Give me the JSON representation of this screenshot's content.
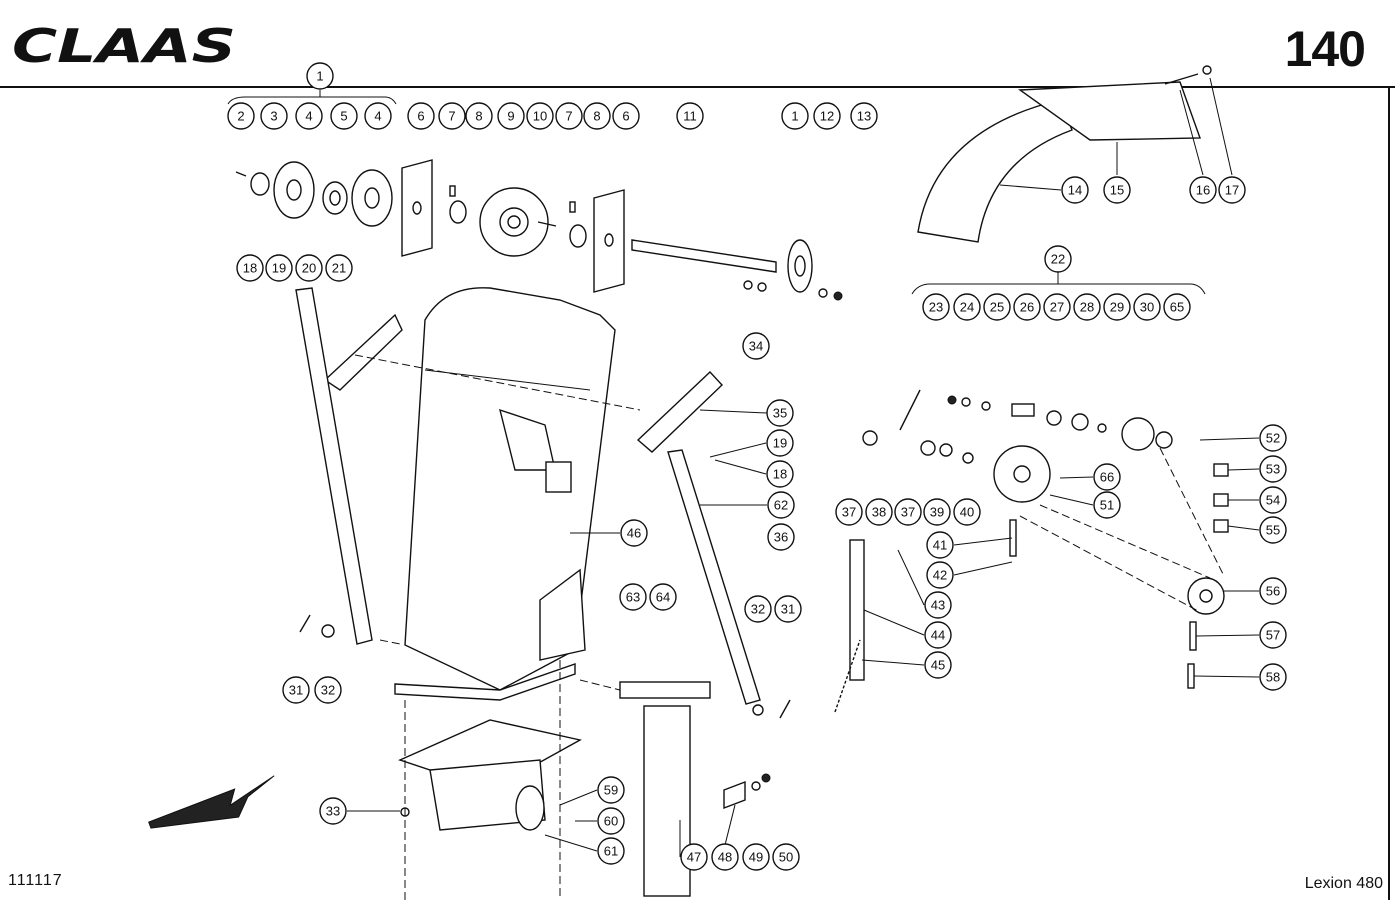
{
  "header": {
    "brand": "CLAAS",
    "page_number": "140"
  },
  "footer": {
    "drawing_code": "111117",
    "model": "Lexion 480"
  },
  "callouts": [
    {
      "label": "1"
    },
    {
      "label": "2"
    },
    {
      "label": "3"
    },
    {
      "label": "4"
    },
    {
      "label": "5"
    },
    {
      "label": "4"
    },
    {
      "label": "6"
    },
    {
      "label": "7"
    },
    {
      "label": "8"
    },
    {
      "label": "9"
    },
    {
      "label": "10"
    },
    {
      "label": "7"
    },
    {
      "label": "8"
    },
    {
      "label": "6"
    },
    {
      "label": "11"
    },
    {
      "label": "1"
    },
    {
      "label": "12"
    },
    {
      "label": "13"
    },
    {
      "label": "34"
    },
    {
      "label": "14"
    },
    {
      "label": "15"
    },
    {
      "label": "16"
    },
    {
      "label": "17"
    },
    {
      "label": "22"
    },
    {
      "label": "23"
    },
    {
      "label": "24"
    },
    {
      "label": "25"
    },
    {
      "label": "26"
    },
    {
      "label": "27"
    },
    {
      "label": "28"
    },
    {
      "label": "29"
    },
    {
      "label": "30"
    },
    {
      "label": "65"
    },
    {
      "label": "18"
    },
    {
      "label": "19"
    },
    {
      "label": "20"
    },
    {
      "label": "21"
    },
    {
      "label": "35"
    },
    {
      "label": "19"
    },
    {
      "label": "18"
    },
    {
      "label": "62"
    },
    {
      "label": "46"
    },
    {
      "label": "52"
    },
    {
      "label": "53"
    },
    {
      "label": "54"
    },
    {
      "label": "55"
    },
    {
      "label": "66"
    },
    {
      "label": "51"
    },
    {
      "label": "37"
    },
    {
      "label": "38"
    },
    {
      "label": "37"
    },
    {
      "label": "39"
    },
    {
      "label": "40"
    },
    {
      "label": "36"
    },
    {
      "label": "41"
    },
    {
      "label": "42"
    },
    {
      "label": "43"
    },
    {
      "label": "44"
    },
    {
      "label": "45"
    },
    {
      "label": "56"
    },
    {
      "label": "57"
    },
    {
      "label": "58"
    },
    {
      "label": "63"
    },
    {
      "label": "64"
    },
    {
      "label": "32"
    },
    {
      "label": "31"
    },
    {
      "label": "31"
    },
    {
      "label": "32"
    },
    {
      "label": "33"
    },
    {
      "label": "59"
    },
    {
      "label": "60"
    },
    {
      "label": "61"
    },
    {
      "label": "47"
    },
    {
      "label": "48"
    },
    {
      "label": "49"
    },
    {
      "label": "50"
    }
  ]
}
